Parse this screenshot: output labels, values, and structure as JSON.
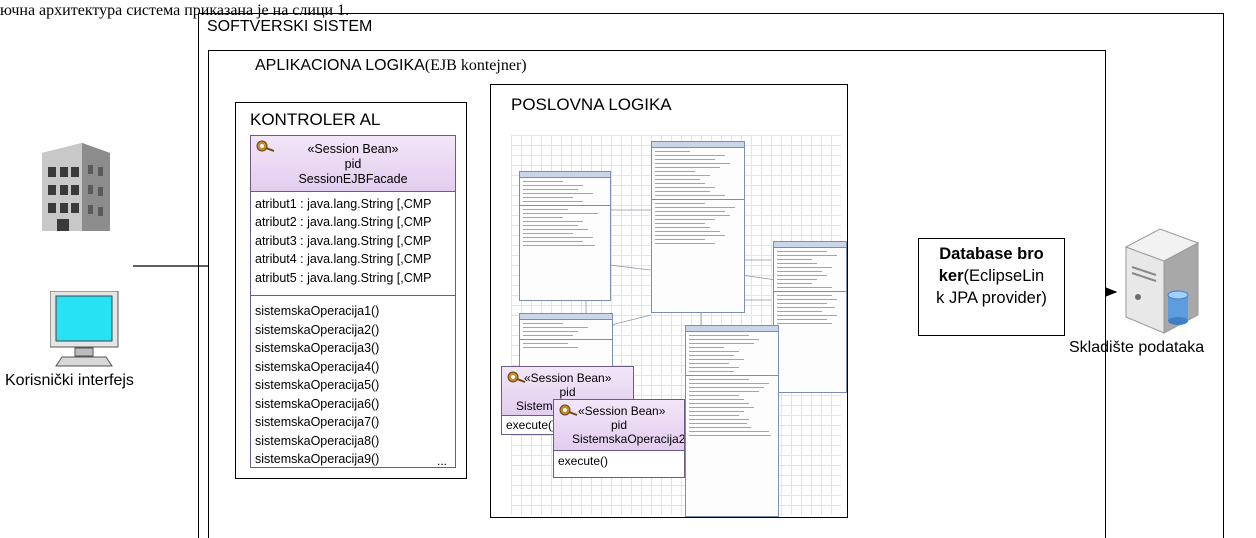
{
  "top_text": "ючна архитектура система приказана је на слици 1.",
  "softverski_sistem": {
    "title": "SOFTVERSKI SISTEM"
  },
  "aplikaciona_logika": {
    "title_sans": "APLIKACIONA LOGIKA",
    "title_serif": "(EJB kontejner)"
  },
  "kontroler": {
    "title": "KONTROLER AL",
    "bean": {
      "stereotype": "«Session Bean»",
      "pid": "pid",
      "name": "SessionEJBFacade",
      "attributes": [
        "atribut1 : java.lang.String [,CMP",
        "atribut2 : java.lang.String [,CMP",
        "atribut3 : java.lang.String [,CMP",
        "atribut4 : java.lang.String [,CMP",
        "atribut5 : java.lang.String [,CMP"
      ],
      "operations": [
        "sistemskaOperacija1()",
        "sistemskaOperacija2()",
        "sistemskaOperacija3()",
        "sistemskaOperacija4()",
        "sistemskaOperacija5()",
        "sistemskaOperacija6()",
        "sistemskaOperacija7()",
        "sistemskaOperacija8()",
        "sistemskaOperacija9()"
      ],
      "ellipsis": "..."
    }
  },
  "poslovna_logika": {
    "title": "POSLOVNA LOGIKA",
    "bean1": {
      "stereotype": "«Session Bean»",
      "pid": "pid",
      "name": "SistemskaOperacija1",
      "operation": "execute()"
    },
    "bean2": {
      "stereotype": "«Session Bean»",
      "pid": "pid",
      "name": "SistemskaOperacija2",
      "operation": "execute()"
    }
  },
  "database_broker": {
    "bold": "Database broker",
    "rest": "(EclipseLink JPA provider)"
  },
  "labels": {
    "korisnicki_interfejs": "Korisnički interfejs",
    "skladiste": "Skladište podataka"
  },
  "colors": {
    "bean_header": "#e3cdef",
    "monitor_screen": "#27e2f2",
    "uml_header": "#c9d6ea"
  }
}
